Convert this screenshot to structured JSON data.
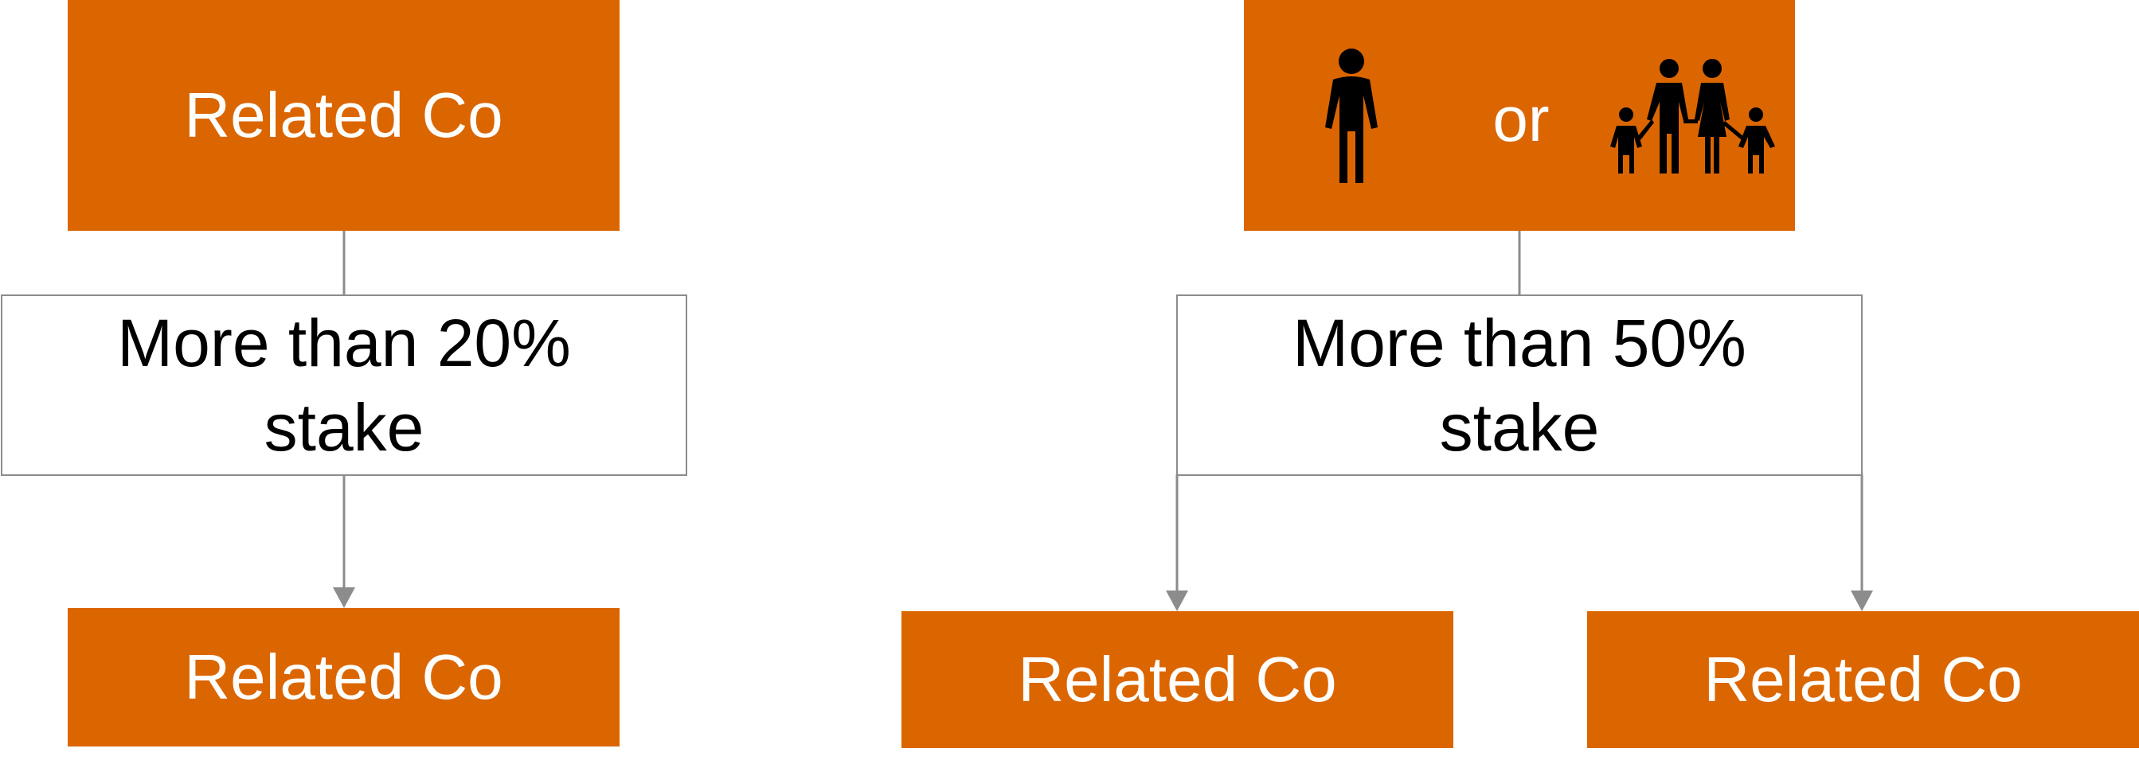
{
  "left": {
    "top_box": "Related Co",
    "relation_line1": "More than 20%",
    "relation_line2": "stake",
    "bottom_box": "Related Co"
  },
  "right": {
    "or_text": "or",
    "individual_icon": "person-icon",
    "family_icon": "family-icon",
    "relation_line1": "More than 50%",
    "relation_line2": "stake",
    "bottom_left_box": "Related Co",
    "bottom_right_box": "Related Co"
  },
  "colors": {
    "orange": "#DB6600",
    "connector": "#8c8c8c",
    "icon": "#000000"
  }
}
